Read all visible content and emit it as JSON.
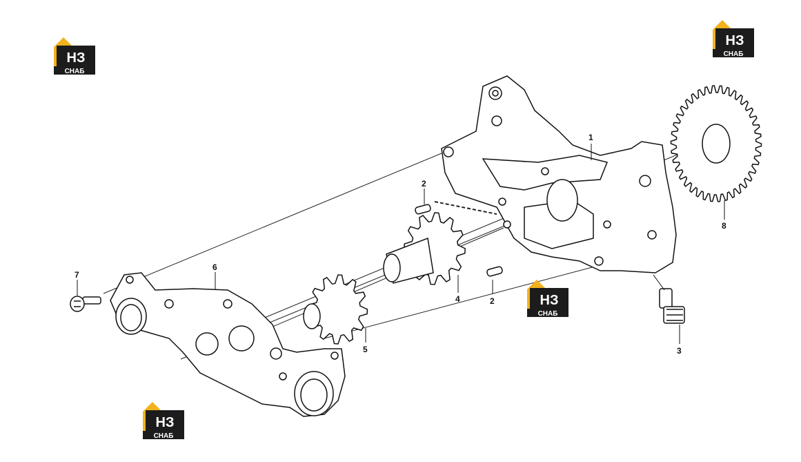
{
  "diagram": {
    "callouts": [
      {
        "id": "callout-1",
        "label": "1"
      },
      {
        "id": "callout-2a",
        "label": "2"
      },
      {
        "id": "callout-2b",
        "label": "2"
      },
      {
        "id": "callout-3",
        "label": "3"
      },
      {
        "id": "callout-4",
        "label": "4"
      },
      {
        "id": "callout-5",
        "label": "5"
      },
      {
        "id": "callout-6",
        "label": "6"
      },
      {
        "id": "callout-7",
        "label": "7"
      },
      {
        "id": "callout-8",
        "label": "8"
      }
    ]
  },
  "watermark": {
    "top_text": "НЗ",
    "bottom_text": "СНАБ",
    "colors": {
      "accent": "#f2b21c",
      "dark": "#1c1c1c",
      "light": "#ffffff"
    }
  }
}
